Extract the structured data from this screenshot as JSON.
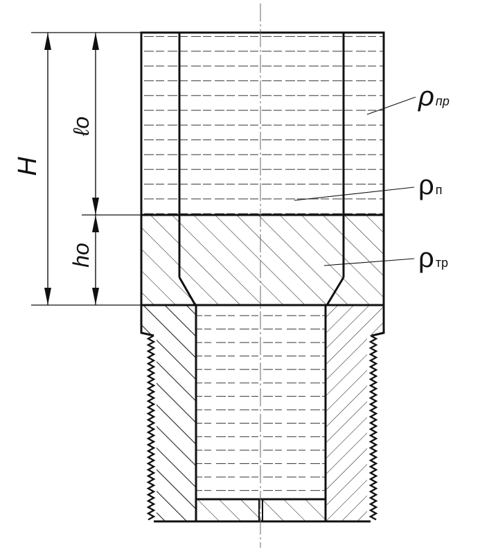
{
  "diagram": {
    "dimensions": {
      "H": "H",
      "l0": "ℓo",
      "h0": "ho"
    },
    "labels": {
      "rho_np": {
        "symbol": "ρ",
        "subscript": "пр"
      },
      "rho_n": {
        "symbol": "ρ",
        "subscript": "п"
      },
      "rho_tp": {
        "symbol": "ρ",
        "subscript": "тр"
      }
    },
    "colors": {
      "line": "#111111",
      "background": "#ffffff"
    }
  }
}
